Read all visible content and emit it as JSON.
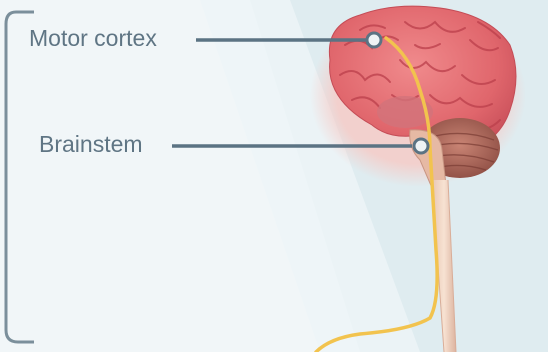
{
  "labels": {
    "motor_cortex": "Motor cortex",
    "brainstem": "Brainstem"
  },
  "colors": {
    "background_light": "#f1f6f8",
    "background_band": "#dbe9ee",
    "brain_pink": "#e56e72",
    "brain_dark": "#c74a52",
    "cerebellum": "#b06a5c",
    "spinal_cord": "#f3d9c7",
    "nerve_pathway": "#f2c34e",
    "callout_line": "#5b7383",
    "bracket": "#7b8f9b"
  },
  "icons": {
    "brain": "brain-illustration",
    "callout_marker": "circle-dot-icon"
  }
}
